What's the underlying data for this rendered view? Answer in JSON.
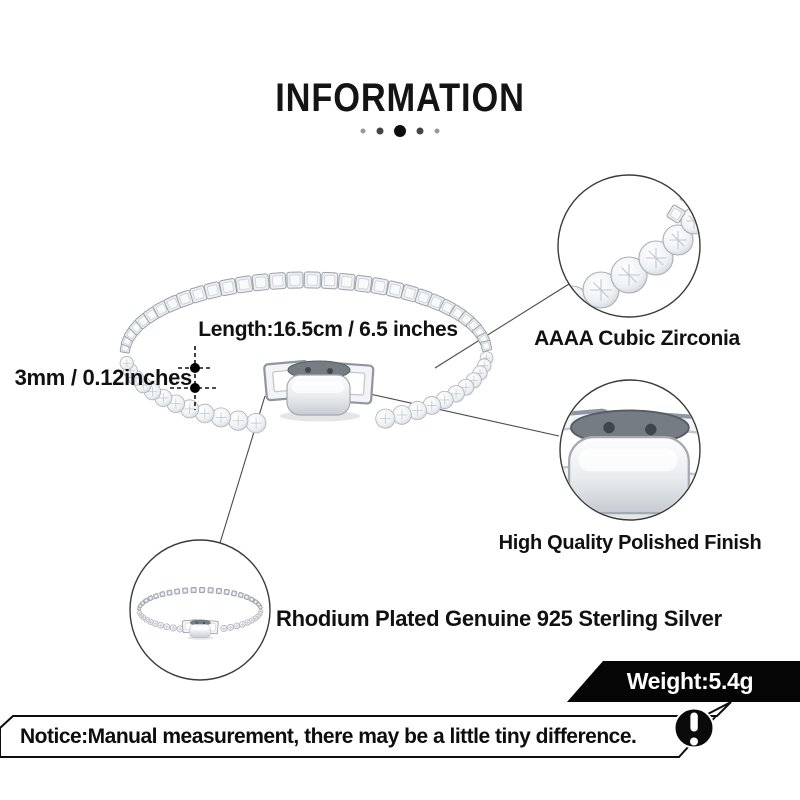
{
  "header": {
    "title": "INFORMATION",
    "divider_icon": "divider-dots-icon"
  },
  "product": {
    "length_label": "Length:16.5cm / 6.5 inches",
    "width_label": "3mm / 0.12inches",
    "weight_label": "Weight:5.4g"
  },
  "callouts": [
    {
      "id": "stones",
      "label": "AAAA Cubic Zirconia"
    },
    {
      "id": "clasp",
      "label": "High Quality Polished Finish"
    },
    {
      "id": "material",
      "label": "Rhodium Plated Genuine 925 Sterling Silver"
    }
  ],
  "notice": {
    "text": "Notice:Manual measurement, there may be a little tiny difference.",
    "icon": "exclamation-icon"
  },
  "colors": {
    "background": "#ffffff",
    "text": "#111111",
    "ribbon_bg": "#050505",
    "ribbon_text": "#ffffff",
    "circle_outline": "#3a3a3a",
    "metal_light": "#eef0f3",
    "metal_dark": "#9aa1a9"
  }
}
